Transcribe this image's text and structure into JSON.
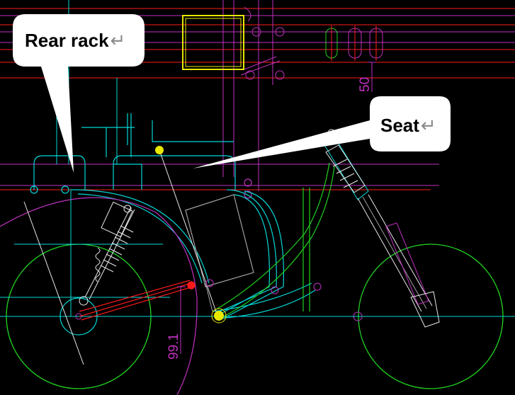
{
  "callouts": {
    "rear_rack": {
      "label": "Rear rack",
      "return_mark": "↵"
    },
    "seat": {
      "label": "Seat",
      "return_mark": "↵"
    }
  },
  "dimensions": {
    "upper": "50",
    "lower": "99.1"
  },
  "colors": {
    "background": "#000000",
    "cyan": "#00d8d8",
    "magenta": "#c030c0",
    "red": "#ff1a1a",
    "green": "#20d020",
    "yellow": "#e8e800",
    "white": "#e8e8e8",
    "gray": "#a0a0a0",
    "callout_fill": "#ffffff"
  }
}
